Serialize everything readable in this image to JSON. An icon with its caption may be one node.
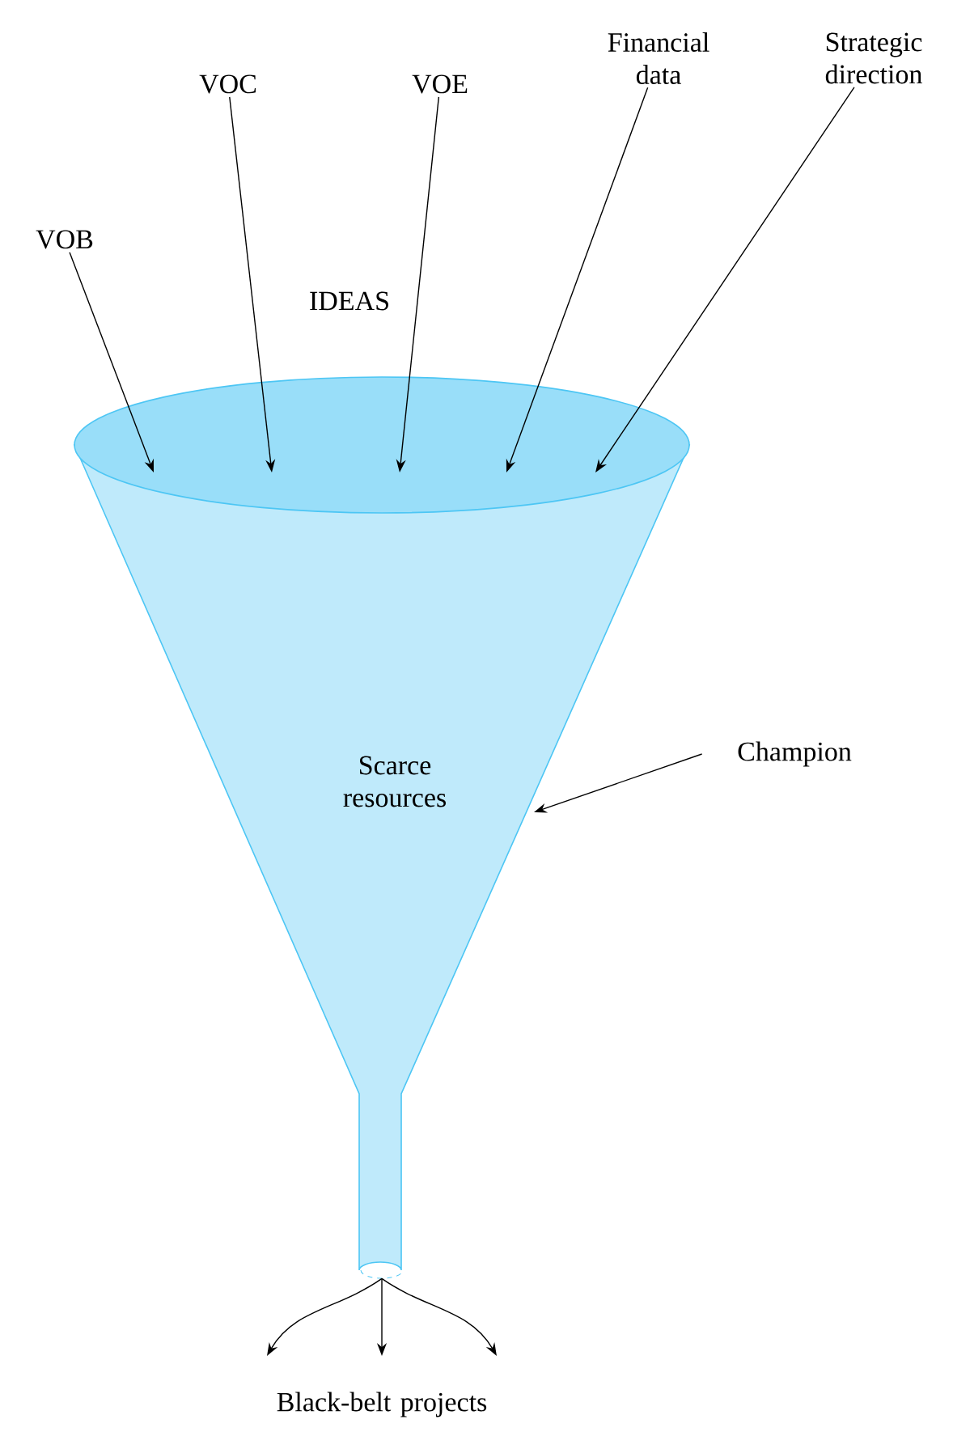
{
  "diagram": {
    "nodes": [
      {
        "text": [
          "IDEAS",
          "Scarce resources"
        ]
      },
      {
        "text": [
          "VOB"
        ]
      },
      {
        "text": [
          "VOC"
        ]
      },
      {
        "text": [
          "VOE"
        ]
      },
      {
        "text": [
          "Financial data"
        ]
      },
      {
        "text": [
          "Strategic direction"
        ]
      },
      {
        "text": [
          "Champion"
        ]
      },
      {
        "text": [
          "Black-belt projects"
        ]
      }
    ],
    "edges": [
      {
        "from": 1,
        "to": 0,
        "arrow": "to"
      },
      {
        "from": 2,
        "to": 0,
        "arrow": "to"
      },
      {
        "from": 3,
        "to": 0,
        "arrow": "to"
      },
      {
        "from": 4,
        "to": 0,
        "arrow": "to"
      },
      {
        "from": 5,
        "to": 0,
        "arrow": "to"
      },
      {
        "from": 6,
        "to": 0,
        "arrow": "to"
      },
      {
        "from": 0,
        "to": 7,
        "arrow": "to"
      },
      {
        "from": 0,
        "to": 7,
        "arrow": "to"
      },
      {
        "from": 0,
        "to": 7,
        "arrow": "to"
      }
    ]
  }
}
